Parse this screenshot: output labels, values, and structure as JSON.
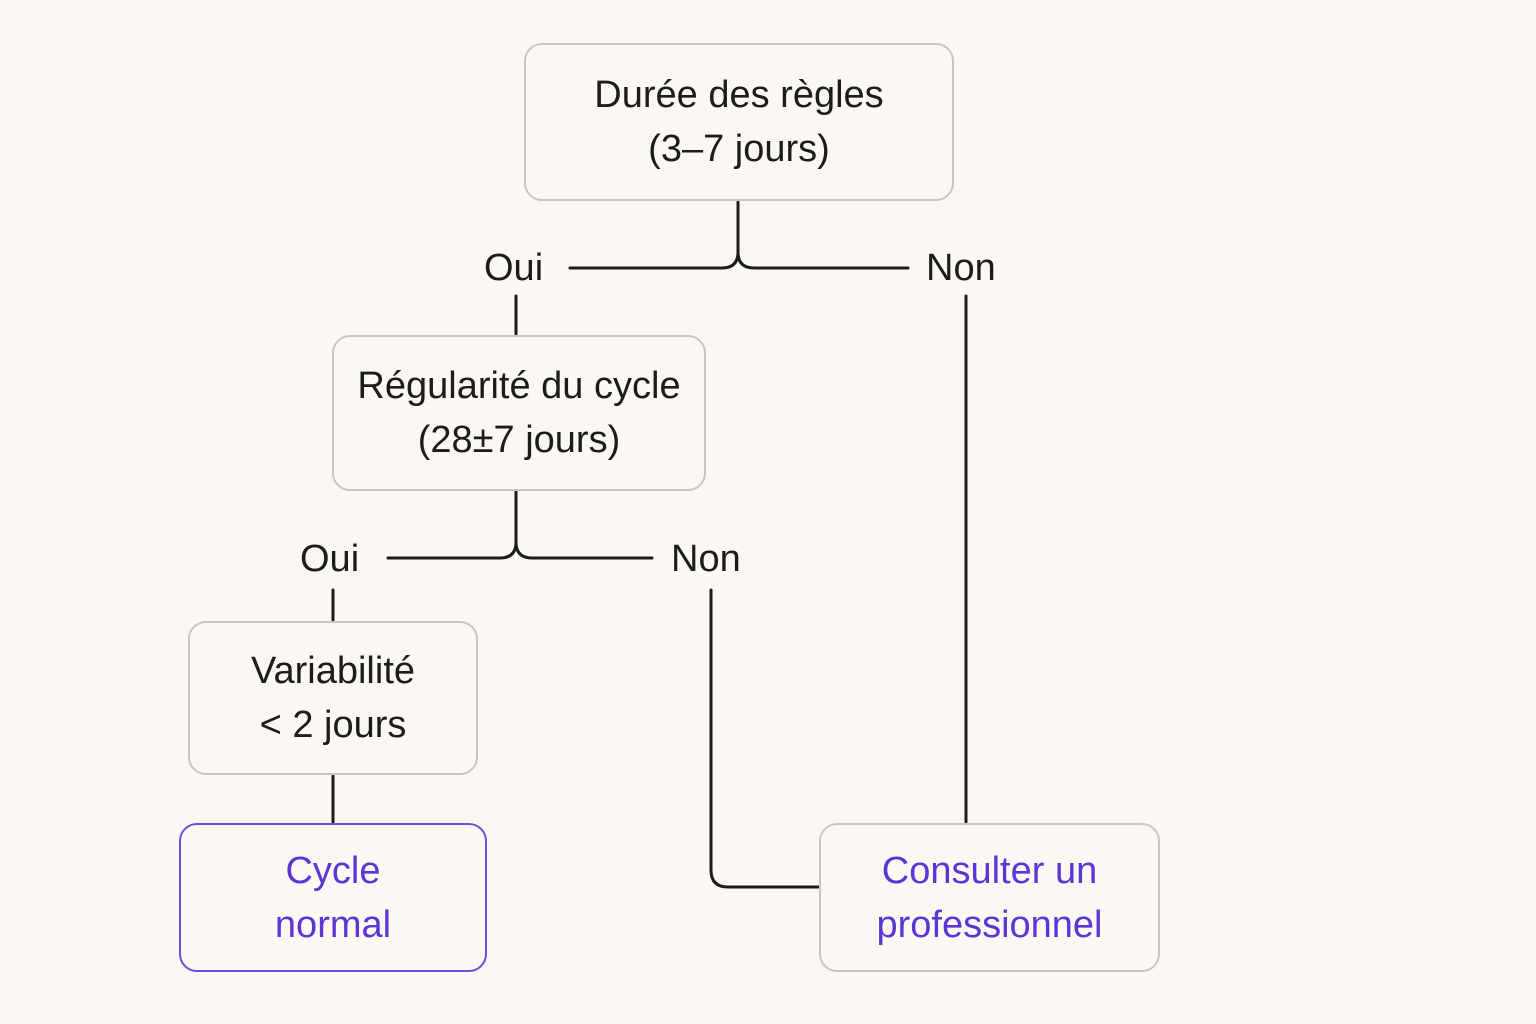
{
  "diagram": {
    "nodes": {
      "duree": {
        "line1": "Durée des règles",
        "line2": "(3–7 jours)"
      },
      "regularite": {
        "line1": "Régularité du cycle",
        "line2": "(28±7 jours)"
      },
      "variabilite": {
        "line1": "Variabilité",
        "line2": "< 2 jours"
      },
      "normal": {
        "line1": "Cycle",
        "line2": "normal"
      },
      "consulter": {
        "line1": "Consulter un",
        "line2": "professionnel"
      }
    },
    "branches": {
      "duree_yes": "Oui",
      "duree_no": "Non",
      "regularite_yes": "Oui",
      "regularite_no": "Non"
    },
    "colors": {
      "background": "#fbf8f3",
      "box_border": "#c9c6c1",
      "connector": "#1c1c1c",
      "outcome_text": "#5b35d5",
      "outcome_border": "#6e4fd9"
    }
  }
}
